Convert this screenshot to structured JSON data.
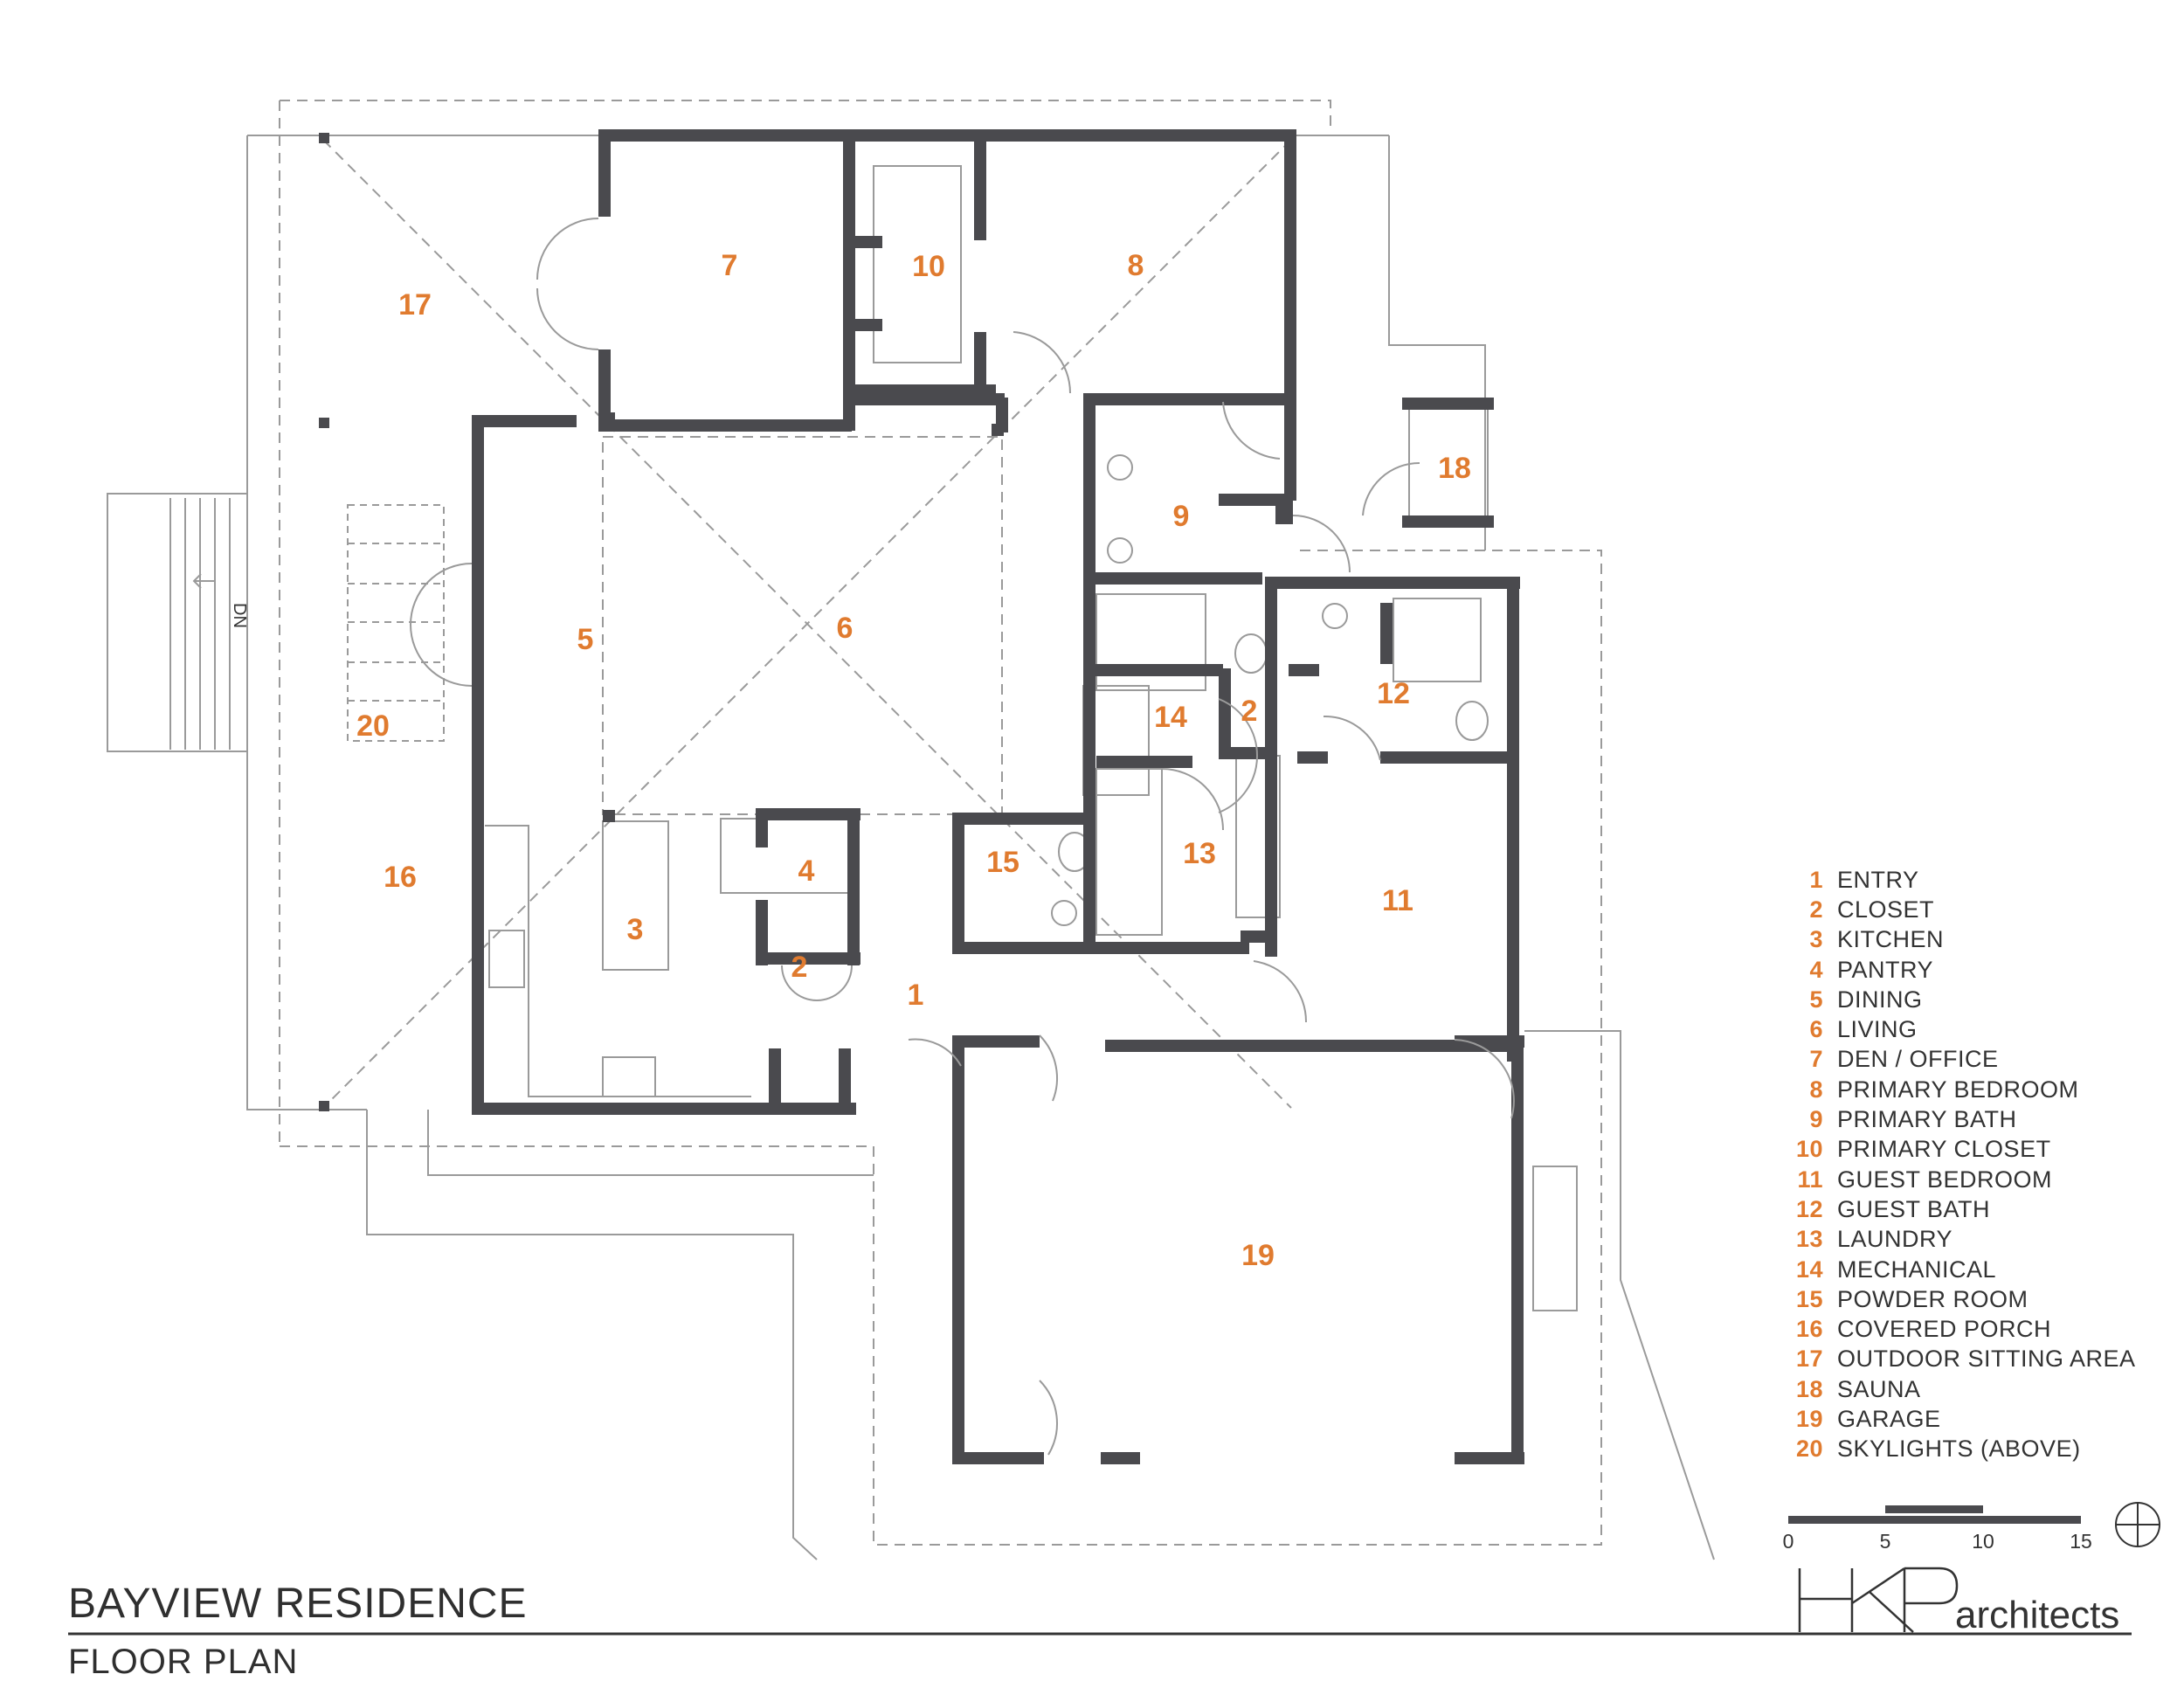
{
  "title": "BAYVIEW RESIDENCE",
  "subtitle": "FLOOR PLAN",
  "firm": "architects",
  "firm_logo_letters": "HKP",
  "stair_label": "DN",
  "colors": {
    "accent": "#e07b2f",
    "wall": "#4a4a4e",
    "line": "#9a9a9a"
  },
  "rooms": [
    {
      "num": "1",
      "label": "ENTRY"
    },
    {
      "num": "2",
      "label": "CLOSET"
    },
    {
      "num": "3",
      "label": "KITCHEN"
    },
    {
      "num": "4",
      "label": "PANTRY"
    },
    {
      "num": "5",
      "label": "DINING"
    },
    {
      "num": "6",
      "label": "LIVING"
    },
    {
      "num": "7",
      "label": "DEN / OFFICE"
    },
    {
      "num": "8",
      "label": "PRIMARY BEDROOM"
    },
    {
      "num": "9",
      "label": "PRIMARY BATH"
    },
    {
      "num": "10",
      "label": "PRIMARY CLOSET"
    },
    {
      "num": "11",
      "label": "GUEST BEDROOM"
    },
    {
      "num": "12",
      "label": "GUEST BATH"
    },
    {
      "num": "13",
      "label": "LAUNDRY"
    },
    {
      "num": "14",
      "label": "MECHANICAL"
    },
    {
      "num": "15",
      "label": "POWDER ROOM"
    },
    {
      "num": "16",
      "label": "COVERED PORCH"
    },
    {
      "num": "17",
      "label": "OUTDOOR SITTING AREA"
    },
    {
      "num": "18",
      "label": "SAUNA"
    },
    {
      "num": "19",
      "label": "GARAGE"
    },
    {
      "num": "20",
      "label": "SKYLIGHTS (ABOVE)"
    }
  ],
  "scale_bar": {
    "ticks": [
      "0",
      "5",
      "10",
      "15"
    ]
  }
}
